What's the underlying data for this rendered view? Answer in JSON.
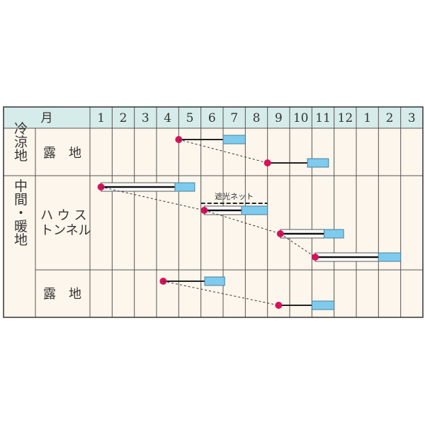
{
  "chart_data": {
    "type": "gantt",
    "header_label": "月",
    "month_labels": [
      "1",
      "2",
      "3",
      "4",
      "5",
      "6",
      "7",
      "8",
      "9",
      "10",
      "11",
      "12",
      "1",
      "2",
      "3"
    ],
    "x_range_months": [
      0,
      15
    ],
    "grid": true,
    "colors": {
      "header_bg": "#d6ecea",
      "body_bg": "#fdf6ec",
      "harvest": "#7ecbee",
      "sowing_dot": "#d6125c",
      "grid": "#555555"
    },
    "regions": [
      {
        "label": "冷涼地",
        "groups": [
          {
            "label": "露　地",
            "rows": [
              {
                "sow": 4.0,
                "growth_end": 6.0,
                "harvest_end": 7.0,
                "bar": "line"
              },
              {
                "sow": 8.0,
                "growth_end": 9.8,
                "harvest_end": 10.75,
                "bar": "line"
              }
            ]
          }
        ]
      },
      {
        "label": "中間・暖地",
        "groups": [
          {
            "label": "ハウス\nトンネル",
            "label_line1": "ハ ウ ス",
            "label_line2": "トンネル",
            "rows": [
              {
                "sow": 0.5,
                "growth_end": 3.83,
                "harvest_end": 4.72,
                "bar": "covered"
              },
              {
                "sow": 5.15,
                "growth_end": 6.83,
                "harvest_end": 8.0,
                "bar": "covered",
                "annotation": "遮光ネット",
                "annotation_range": [
                  5.0,
                  8.0
                ]
              },
              {
                "sow": 8.58,
                "growth_end": 10.55,
                "harvest_end": 11.43,
                "bar": "covered"
              },
              {
                "sow": 10.15,
                "growth_end": 13.0,
                "harvest_end": 14.0,
                "bar": "covered"
              }
            ]
          },
          {
            "label": "露　地",
            "rows": [
              {
                "sow": 3.3,
                "growth_end": 5.17,
                "harvest_end": 6.07,
                "bar": "line"
              },
              {
                "sow": 8.5,
                "growth_end": 10.0,
                "harvest_end": 11.0,
                "bar": "line"
              }
            ]
          }
        ]
      }
    ]
  }
}
